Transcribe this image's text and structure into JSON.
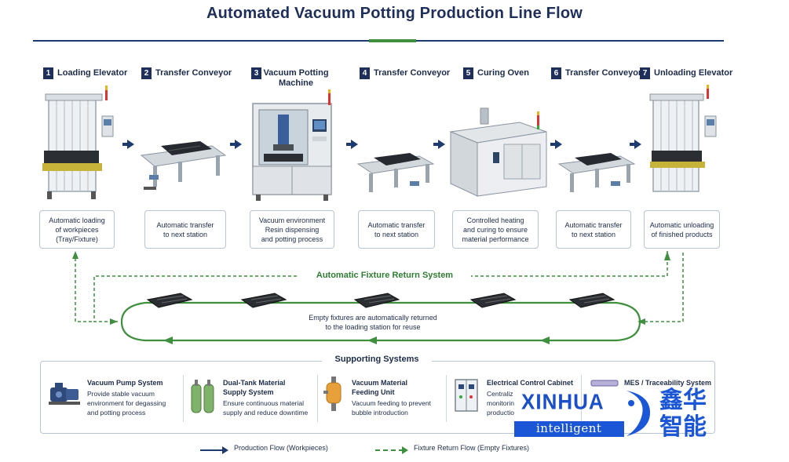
{
  "title": "Automated Vacuum Potting Production Line Flow",
  "stations": [
    {
      "num": "1",
      "name": "Loading Elevator",
      "desc": "Automatic loading\nof workpieces\n(Tray/Fixture)"
    },
    {
      "num": "2",
      "name": "Transfer Conveyor",
      "desc": "Automatic transfer\nto next station"
    },
    {
      "num": "3",
      "name": "Vacuum Potting\nMachine",
      "desc": "Vacuum environment\nResin dispensing\nand potting process"
    },
    {
      "num": "4",
      "name": "Transfer Conveyor",
      "desc": "Automatic transfer\nto next station"
    },
    {
      "num": "5",
      "name": "Curing Oven",
      "desc": "Controlled heating\nand curing to ensure\nmaterial performance"
    },
    {
      "num": "6",
      "name": "Transfer Conveyor",
      "desc": "Automatic transfer\nto next station"
    },
    {
      "num": "7",
      "name": "Unloading Elevator",
      "desc": "Automatic unloading\nof finished products"
    }
  ],
  "return_system": {
    "label": "Automatic Fixture Return System",
    "text": "Empty fixtures are automatically returned\nto the loading station for reuse"
  },
  "supporting": {
    "title": "Supporting Systems",
    "items": [
      {
        "name": "Vacuum Pump System",
        "desc": "Provide stable vacuum\nenvironment for degassing\nand potting process",
        "icon": "vacuum-pump-icon"
      },
      {
        "name": "Dual-Tank Material\nSupply System",
        "desc": "Ensure continuous material\nsupply and reduce downtime",
        "icon": "dual-tank-icon"
      },
      {
        "name": "Vacuum Material\nFeeding Unit",
        "desc": "Vacuum feeding to prevent\nbubble introduction",
        "icon": "feeding-unit-icon"
      },
      {
        "name": "Electrical Control Cabinet",
        "desc": "Centraliz\nmonitorin\nproductio",
        "icon": "control-cabinet-icon"
      },
      {
        "name": "MES / Traceability System",
        "desc": "",
        "icon": "mes-icon"
      }
    ]
  },
  "legend": {
    "solid": "Production Flow (Workpieces)",
    "dashed": "Fixture Return Flow (Empty Fixtures)"
  },
  "logo": {
    "latin": "XINHUA",
    "sub": "intelligent",
    "cn_top": "鑫华",
    "cn_bottom": "智能"
  },
  "colors": {
    "navy": "#1f2f5c",
    "flow_blue": "#1f3a6e",
    "return_green": "#3e8f3e",
    "logo_blue": "#1a56d6"
  }
}
